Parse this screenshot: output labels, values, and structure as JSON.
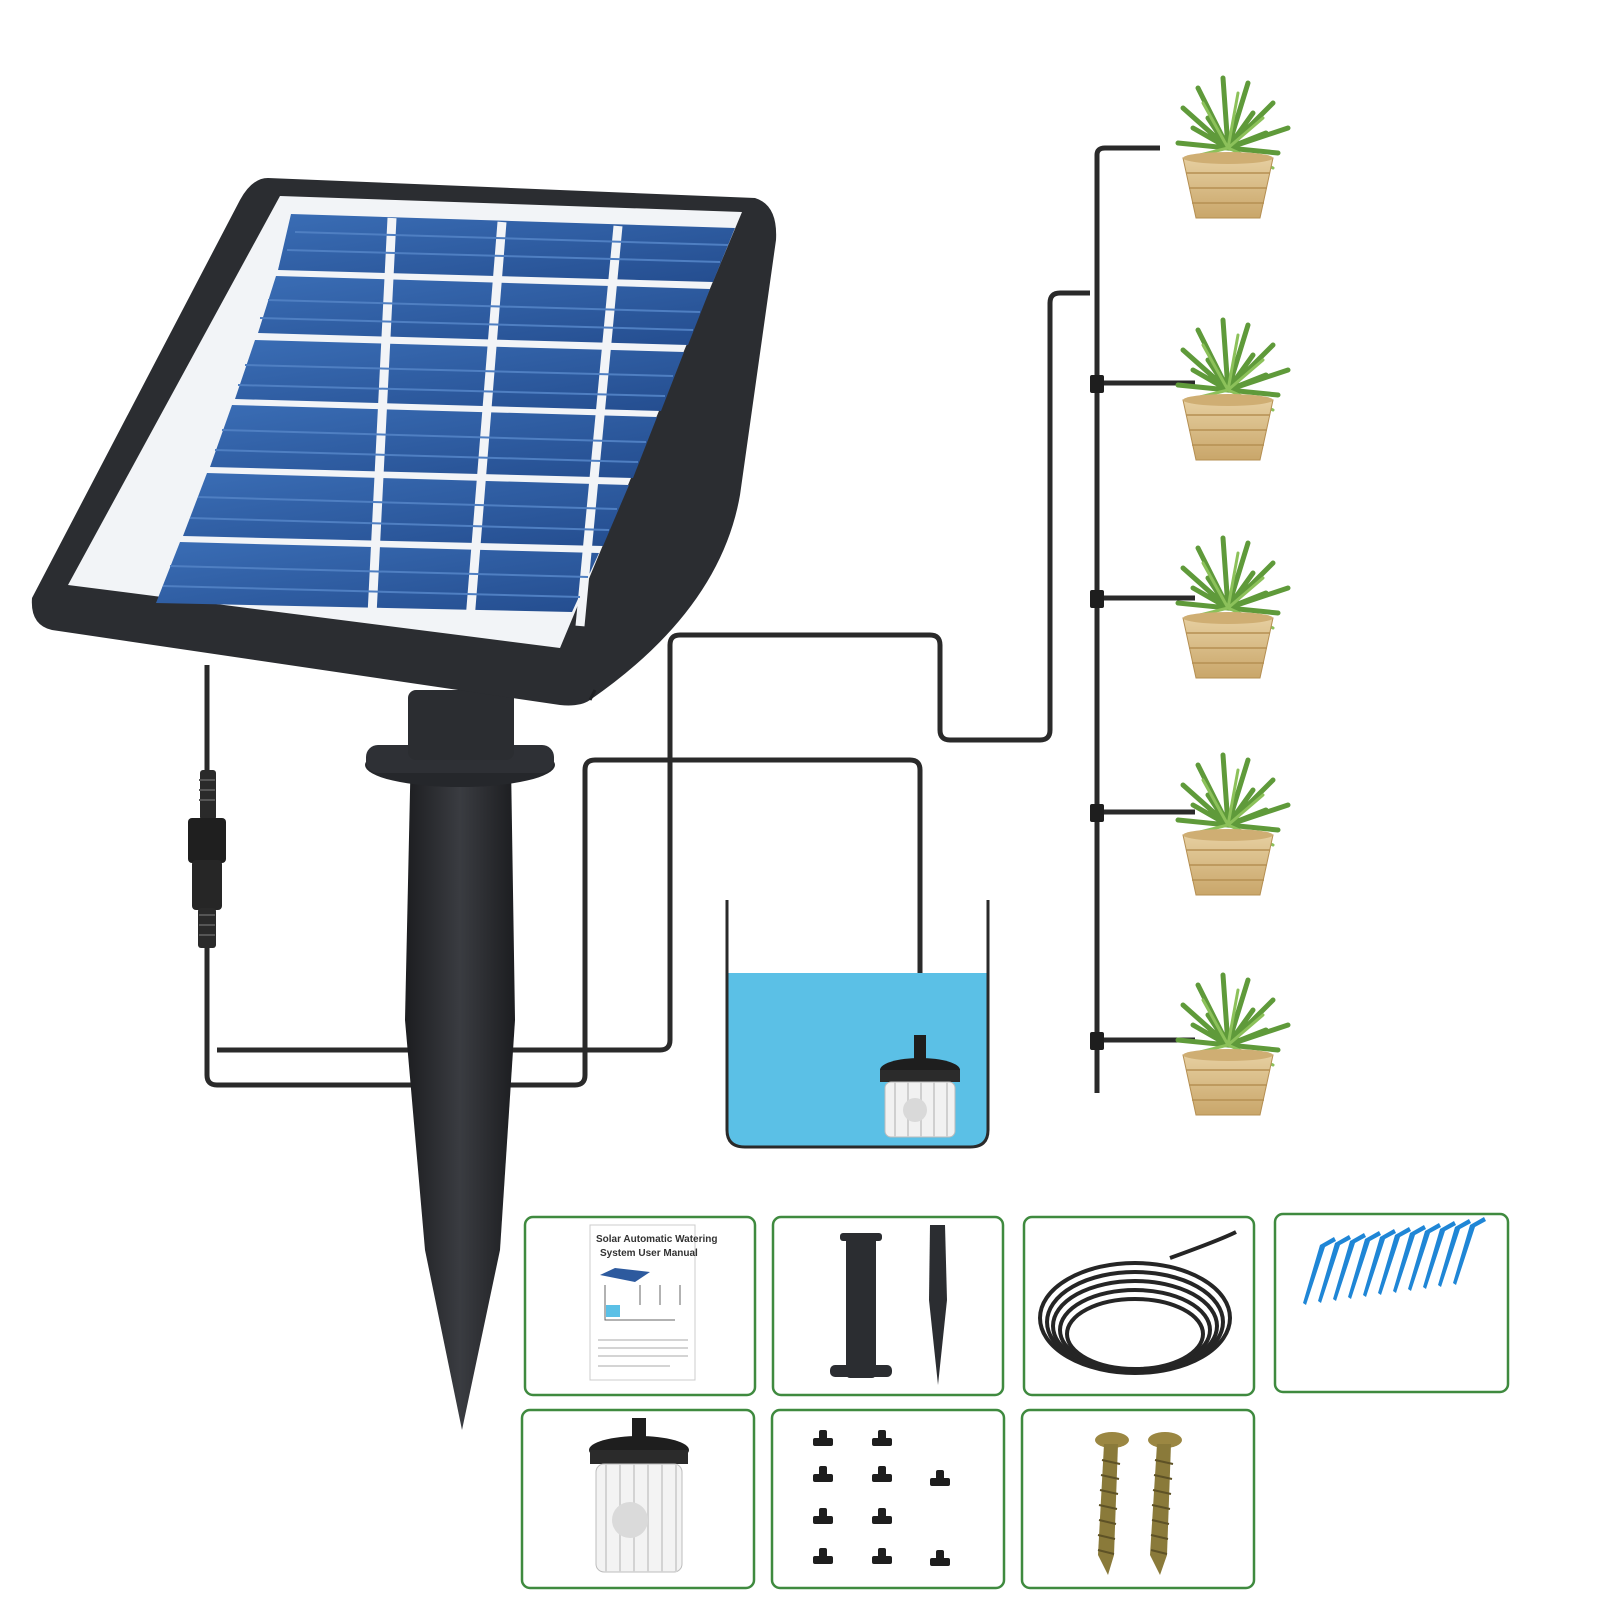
{
  "colors": {
    "background": "#ffffff",
    "panel_frame": "#2b2d31",
    "solar_cell": "#2d5a9e",
    "tube": "#2a2a2a",
    "water": "#5bc0e6",
    "plant_green": "#5f9a3a",
    "basket": "#d8b986",
    "accessory_border": "#3f8a3f",
    "dripper_blue": "#1f86d6"
  },
  "manual": {
    "title_line1": "Solar Automatic Watering",
    "title_line2": "System User Manual"
  },
  "plants": [
    {
      "id": 1
    },
    {
      "id": 2
    },
    {
      "id": 3
    },
    {
      "id": 4
    },
    {
      "id": 5
    }
  ],
  "accessories": [
    {
      "name": "user-manual"
    },
    {
      "name": "stake-and-spike"
    },
    {
      "name": "coiled-tubing"
    },
    {
      "name": "blue-drip-stakes"
    },
    {
      "name": "pump-filter"
    },
    {
      "name": "tee-connectors"
    },
    {
      "name": "screws"
    }
  ]
}
